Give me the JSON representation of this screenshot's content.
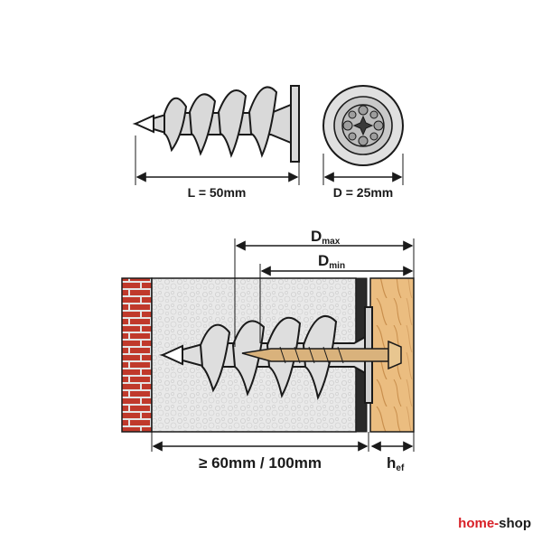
{
  "labels": {
    "length": "L = 50mm",
    "diameter": "D = 25mm",
    "d_max_main": "D",
    "d_max_sub": "max",
    "d_min_main": "D",
    "d_min_sub": "min",
    "insulation_depth": "≥ 60mm / 100mm",
    "hef_main": "h",
    "hef_sub": "ef"
  },
  "brand": {
    "part1": "home-",
    "part2": "shop"
  },
  "colors": {
    "line": "#1a1a1a",
    "screw_fill": "#d9d9d9",
    "brick": "#c0392b",
    "mortar": "#e8e8e8",
    "foam": "#e6e6e6",
    "wood": "#e8b77a",
    "wood_grain": "#c98f4d",
    "screw_core": "#d9b27c",
    "brand_red": "#d81f26"
  }
}
